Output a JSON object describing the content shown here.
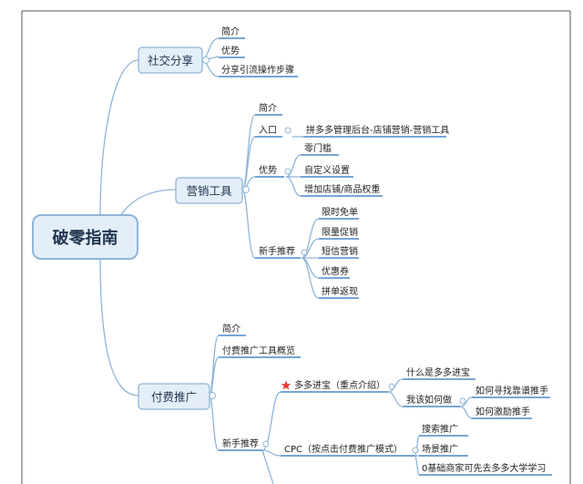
{
  "colors": {
    "connector": "#8fb5d8",
    "underline": "#4a88c7",
    "box_fill": "#e4eef8",
    "box_border": "#8fb5d8",
    "star": "#e8382f"
  },
  "root": {
    "label": "破零指南"
  },
  "social": {
    "label": "社交分享",
    "children": [
      "简介",
      "优势",
      "分享引流操作步骤"
    ]
  },
  "marketing": {
    "label": "营销工具",
    "intro": "简介",
    "entry": {
      "label": "入口",
      "child": "拼多多管理后台-店铺营销-营销工具"
    },
    "advantage": {
      "label": "优势",
      "children": [
        "零门槛",
        "自定义设置",
        "增加店铺/商品权重"
      ]
    },
    "recommend": {
      "label": "新手推荐",
      "children": [
        "限时免单",
        "限量促销",
        "短信营销",
        "优惠券",
        "拼单返现"
      ]
    }
  },
  "paid": {
    "label": "付费推广",
    "intro": "简介",
    "overview": "付费推广工具概览",
    "recommend": {
      "label": "新手推荐",
      "duoduo": {
        "label": "多多进宝（重点介绍）",
        "star_icon": "star-icon",
        "what": "什么是多多进宝",
        "how": {
          "label": "我该如何做",
          "children": [
            "如何寻找靠谱推手",
            "如何激励推手"
          ]
        }
      },
      "cpc": {
        "label": "CPC（按点击付费推广模式）",
        "children": [
          "搜索推广",
          "场景推广",
          "0基础商家可先去多多大学学习"
        ]
      }
    }
  }
}
